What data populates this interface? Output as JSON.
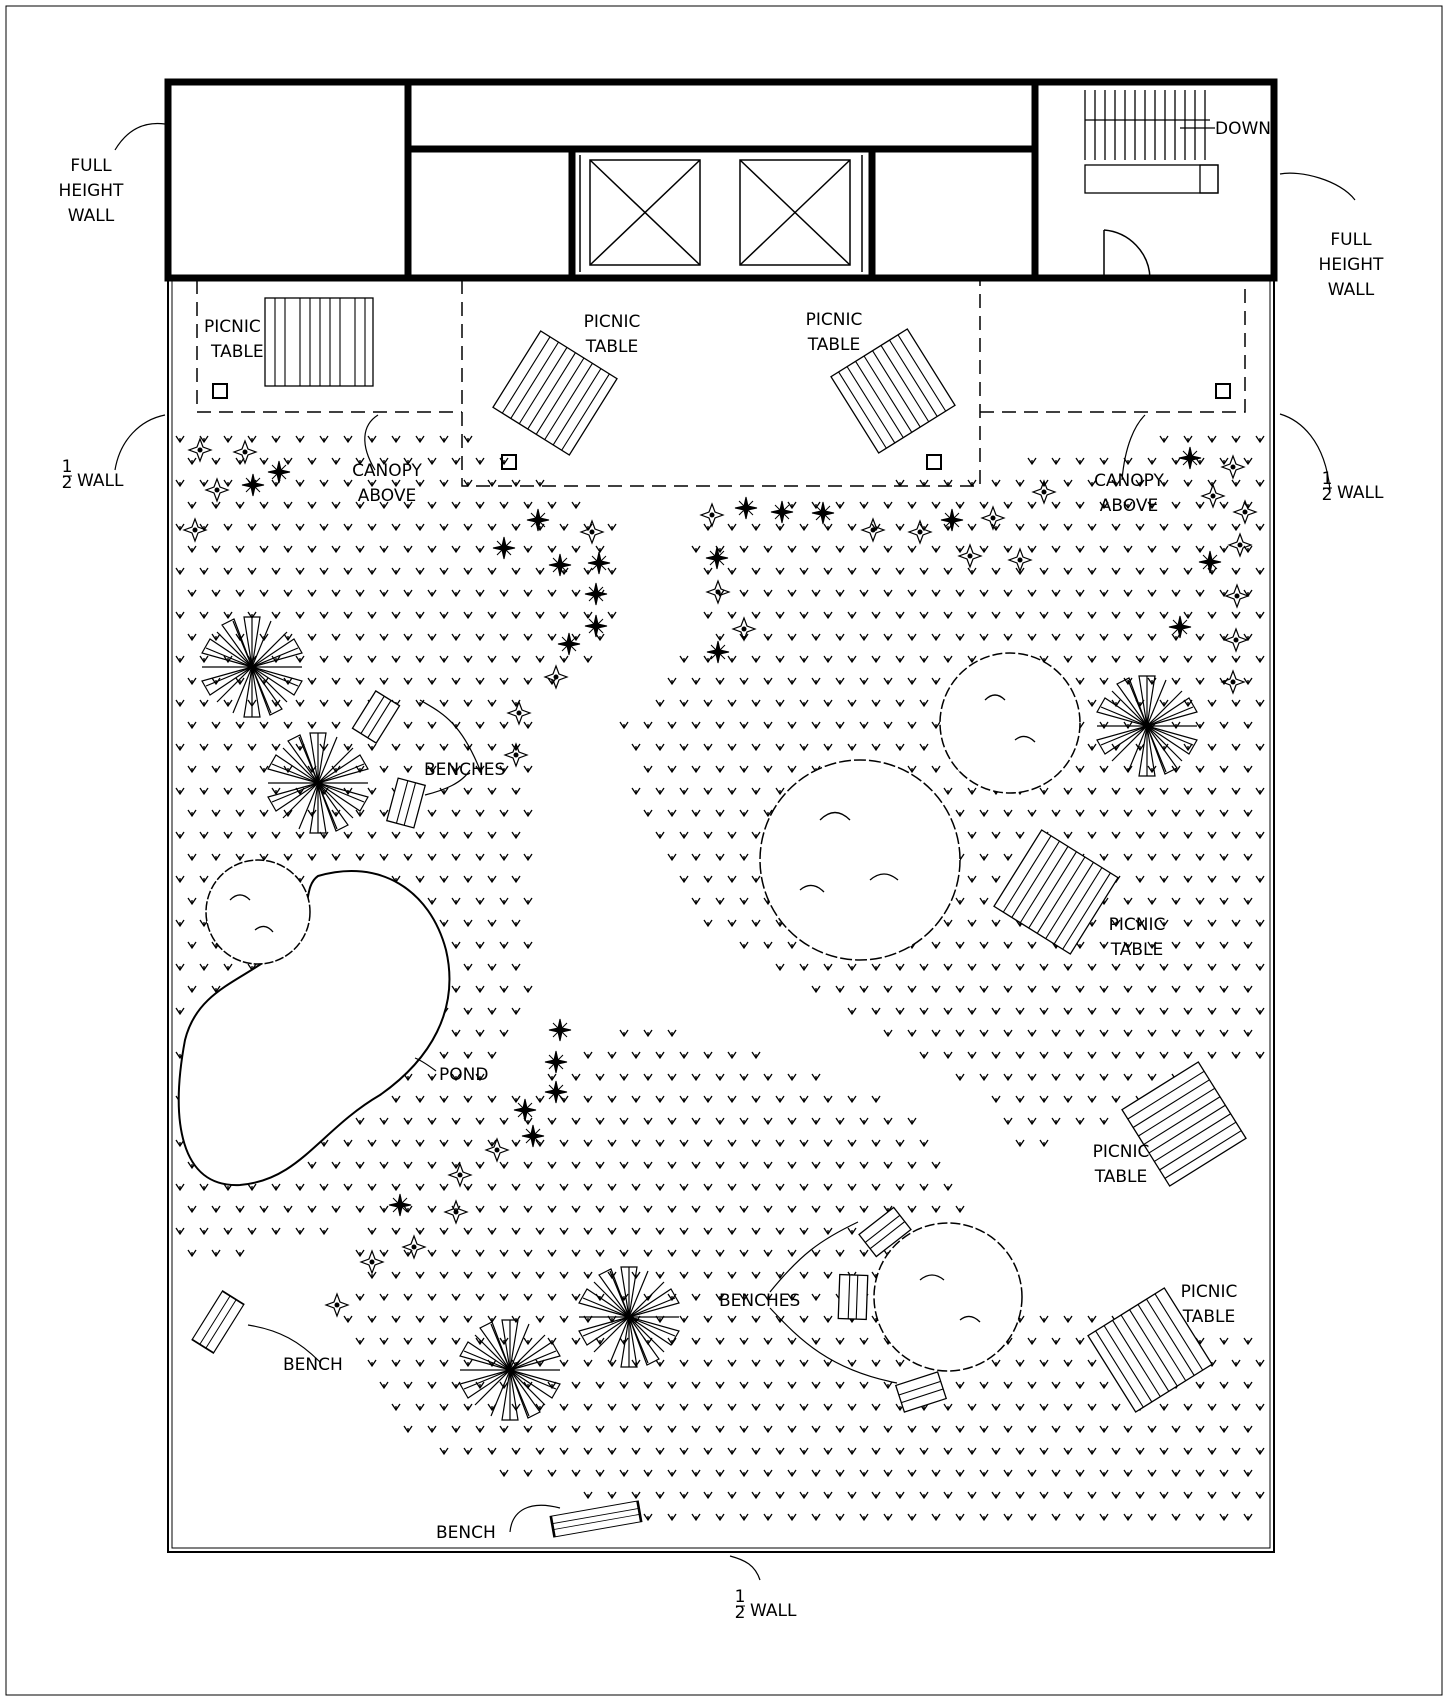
{
  "labels": {
    "full_height_wall_left": [
      "FULL",
      "HEIGHT",
      "WALL"
    ],
    "full_height_wall_right": [
      "FULL",
      "HEIGHT",
      "WALL"
    ],
    "half_wall_left": "WALL",
    "half_wall_right": "WALL",
    "half_wall_bottom": "WALL",
    "half_fraction": [
      "1",
      "2"
    ],
    "down": "DOWN",
    "picnic_table_1": [
      "PICNIC",
      "TABLE"
    ],
    "picnic_table_2": [
      "PICNIC",
      "TABLE"
    ],
    "picnic_table_3": [
      "PICNIC",
      "TABLE"
    ],
    "picnic_table_4": [
      "PICNIC",
      "TABLE"
    ],
    "picnic_table_5": [
      "PICNIC",
      "TABLE"
    ],
    "picnic_table_6": [
      "PICNIC",
      "TABLE"
    ],
    "canopy_left": [
      "CANOPY",
      "ABOVE"
    ],
    "canopy_right": [
      "CANOPY",
      "ABOVE"
    ],
    "benches_upper": "BENCHES",
    "benches_lower": "BENCHES",
    "pond": "POND",
    "bench_left": "BENCH",
    "bench_bottom": "BENCH"
  }
}
